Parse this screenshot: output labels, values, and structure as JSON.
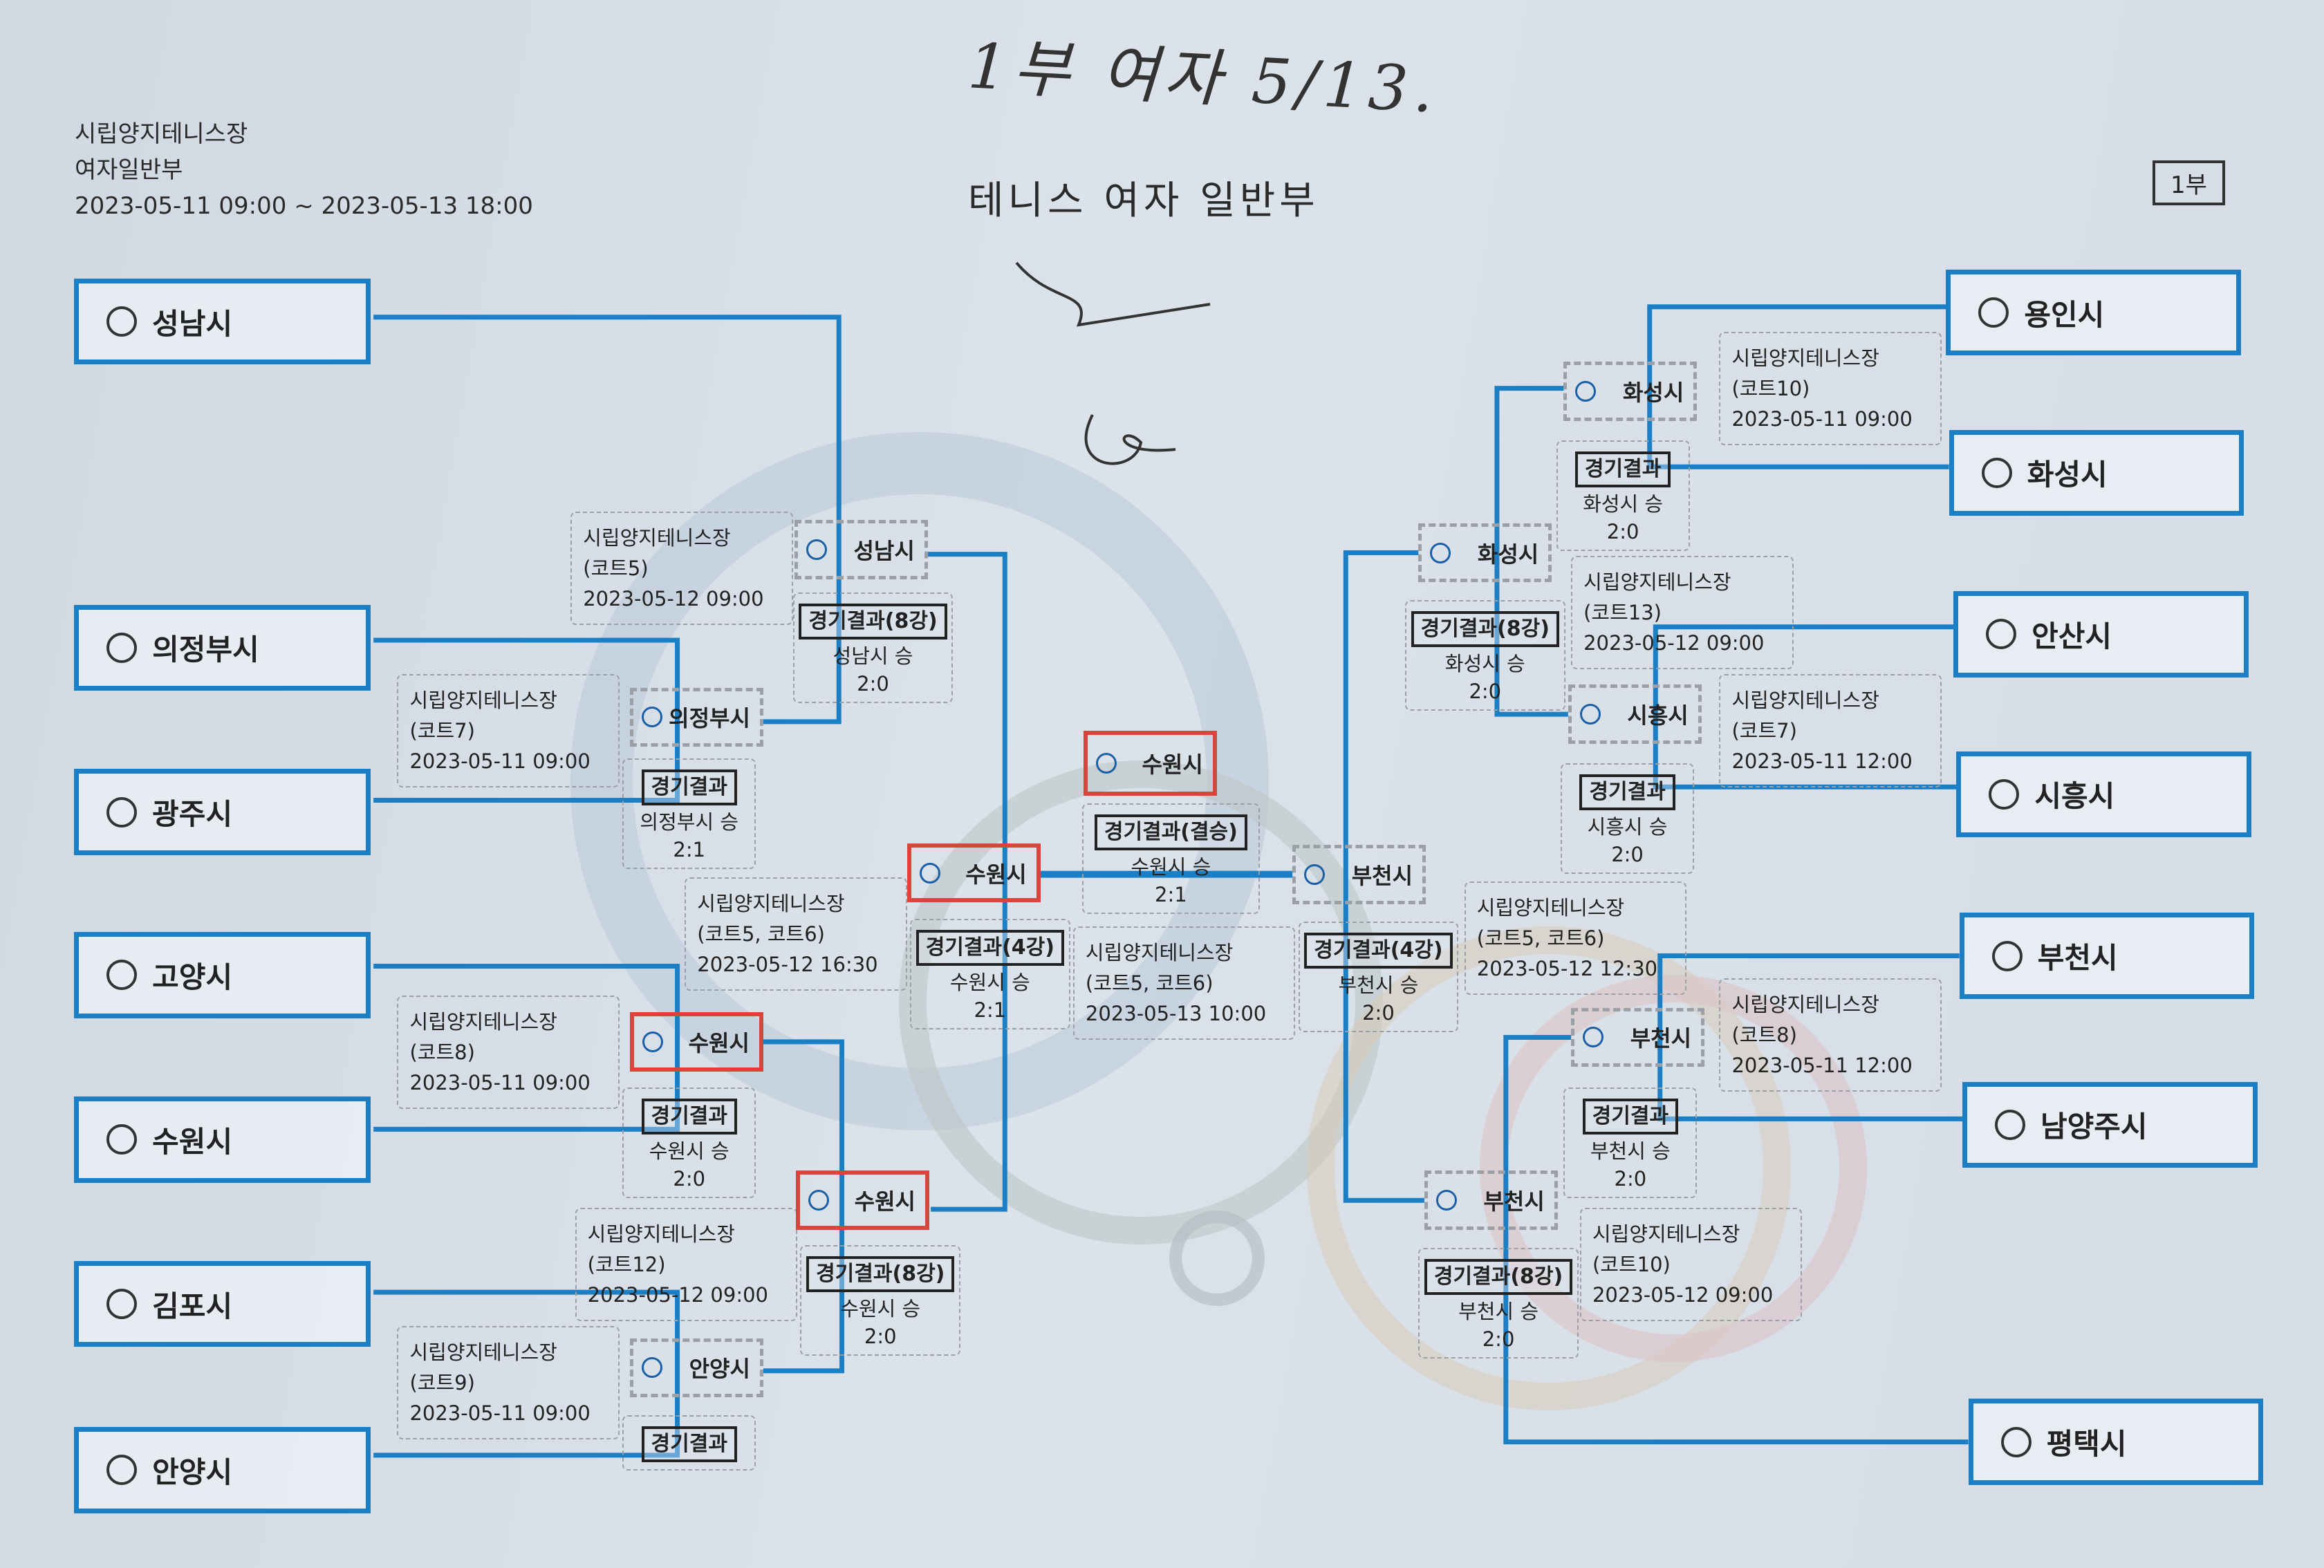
{
  "handwriting": "1부 여자 5/13.",
  "header": {
    "venue": "시립양지테니스장",
    "division": "여자일반부",
    "period": "2023-05-11 09:00 ~ 2023-05-13 18:00",
    "title": "테니스 여자 일반부",
    "badge": "1부"
  },
  "colors": {
    "bracket_line": "#1b7fc6",
    "highlight": "#d9453d",
    "paper": "#d6dde6"
  },
  "left_teams": [
    "성남시",
    "의정부시",
    "광주시",
    "고양시",
    "수원시",
    "김포시",
    "안양시"
  ],
  "right_teams": [
    "용인시",
    "화성시",
    "안산시",
    "시흥시",
    "부천시",
    "남양주시",
    "평택시"
  ],
  "bracket_slots": [
    {
      "team": "의정부시",
      "highlighted": false
    },
    {
      "team": "수원시",
      "highlighted": true
    },
    {
      "team": "안양시",
      "highlighted": false
    },
    {
      "team": "성남시",
      "highlighted": false
    },
    {
      "team": "수원시",
      "highlighted": true
    },
    {
      "team": "수원시",
      "highlighted": true
    },
    {
      "team": "수원시",
      "highlighted": true
    },
    {
      "team": "부천시",
      "highlighted": false
    },
    {
      "team": "화성시",
      "highlighted": false
    },
    {
      "team": "부천시",
      "highlighted": false
    },
    {
      "team": "화성시",
      "highlighted": false
    },
    {
      "team": "시흥시",
      "highlighted": false
    },
    {
      "team": "부천시",
      "highlighted": false
    }
  ],
  "schedules": [
    {
      "venue": "시립양지테니스장",
      "court": "(코트5)",
      "datetime": "2023-05-12 09:00"
    },
    {
      "venue": "시립양지테니스장",
      "court": "(코트7)",
      "datetime": "2023-05-11 09:00"
    },
    {
      "venue": "시립양지테니스장",
      "court": "(코트8)",
      "datetime": "2023-05-11 09:00"
    },
    {
      "venue": "시립양지테니스장",
      "court": "(코트12)",
      "datetime": "2023-05-12 09:00"
    },
    {
      "venue": "시립양지테니스장",
      "court": "(코트9)",
      "datetime": "2023-05-11 09:00"
    },
    {
      "venue": "시립양지테니스장",
      "court": "(코트5, 코트6)",
      "datetime": "2023-05-12 16:30"
    },
    {
      "venue": "시립양지테니스장",
      "court": "(코트5, 코트6)",
      "datetime": "2023-05-13 10:00"
    },
    {
      "venue": "시립양지테니스장",
      "court": "(코트10)",
      "datetime": "2023-05-11 09:00"
    },
    {
      "venue": "시립양지테니스장",
      "court": "(코트13)",
      "datetime": "2023-05-12 09:00"
    },
    {
      "venue": "시립양지테니스장",
      "court": "(코트7)",
      "datetime": "2023-05-11 12:00"
    },
    {
      "venue": "시립양지테니스장",
      "court": "(코트5, 코트6)",
      "datetime": "2023-05-12 12:30"
    },
    {
      "venue": "시립양지테니스장",
      "court": "(코트8)",
      "datetime": "2023-05-11 12:00"
    },
    {
      "venue": "시립양지테니스장",
      "court": "(코트10)",
      "datetime": "2023-05-12 09:00"
    }
  ],
  "results": [
    {
      "label": "경기결과(8강)",
      "winner": "성남시 승",
      "score": "2:0"
    },
    {
      "label": "경기결과",
      "winner": "의정부시 승",
      "score": "2:1"
    },
    {
      "label": "경기결과",
      "winner": "수원시 승",
      "score": "2:0"
    },
    {
      "label": "경기결과(8강)",
      "winner": "수원시 승",
      "score": "2:0"
    },
    {
      "label": "경기결과"
    },
    {
      "label": "경기결과(4강)",
      "winner": "수원시 승",
      "score": "2:1"
    },
    {
      "label": "경기결과(결승)",
      "winner": "수원시 승",
      "score": "2:1"
    },
    {
      "label": "경기결과(4강)",
      "winner": "부천시 승",
      "score": "2:0"
    },
    {
      "label": "경기결과(8강)",
      "winner": "화성시 승",
      "score": "2:0"
    },
    {
      "label": "경기결과",
      "winner": "화성시 승",
      "score": "2:0"
    },
    {
      "label": "경기결과",
      "winner": "시흥시 승",
      "score": "2:0"
    },
    {
      "label": "경기결과",
      "winner": "부천시 승",
      "score": "2:0"
    },
    {
      "label": "경기결과(8강)",
      "winner": "부천시 승",
      "score": "2:0"
    }
  ]
}
